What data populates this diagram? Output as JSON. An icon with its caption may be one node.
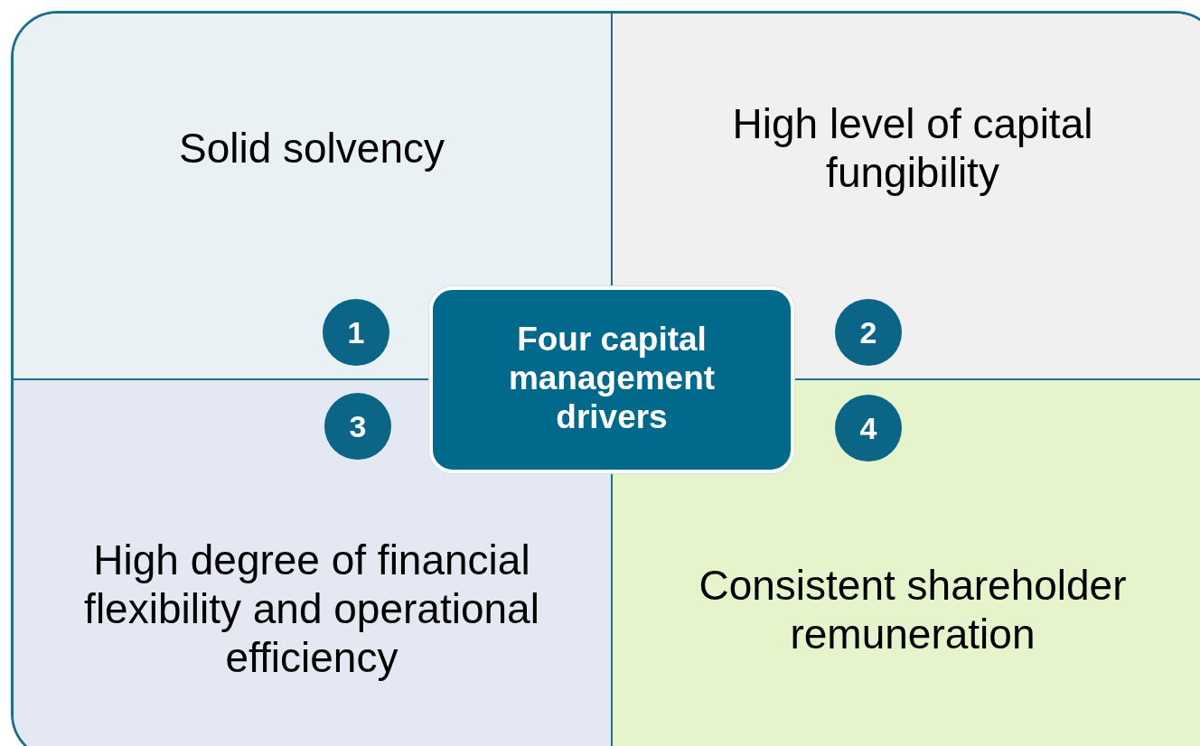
{
  "diagram": {
    "nodes": [
      {
        "text": [
          "Solid solvency"
        ]
      },
      {
        "text": [
          "High level of capital fungibility"
        ]
      },
      {
        "text": [
          "1"
        ],
        "in": 0
      },
      {
        "text": [
          "Four capital management drivers"
        ]
      },
      {
        "text": [
          "2"
        ],
        "in": 1
      },
      {
        "text": [
          "3"
        ],
        "in": 7
      },
      {
        "text": [
          "4"
        ],
        "in": 8
      },
      {
        "text": [
          "High degree of financial flexibility and operational efficiency"
        ]
      },
      {
        "text": [
          "Consistent shareholder remuneration"
        ]
      }
    ]
  }
}
